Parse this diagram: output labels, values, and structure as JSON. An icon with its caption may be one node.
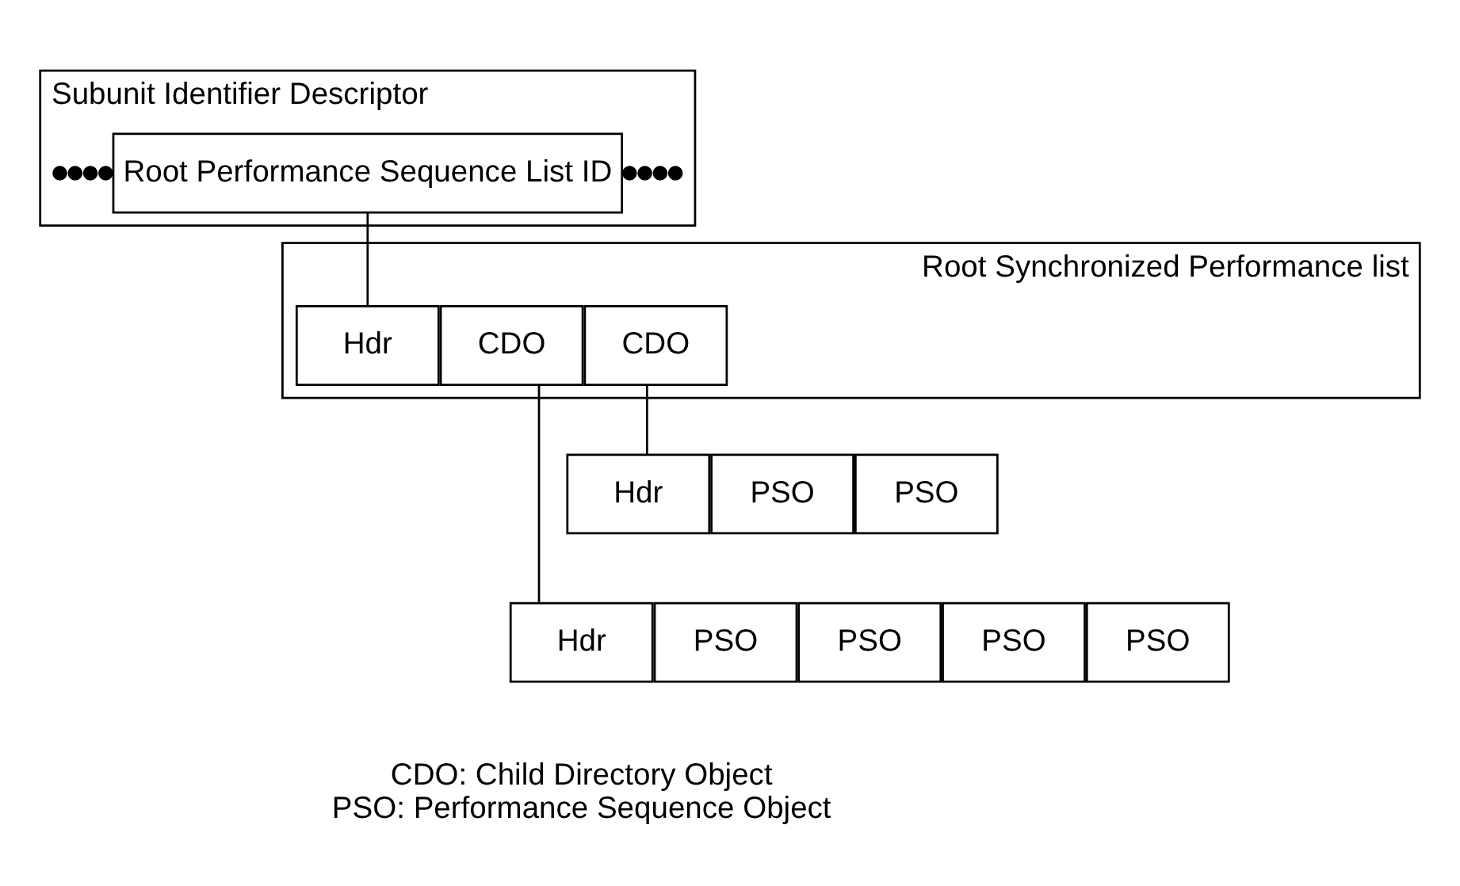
{
  "diagram": {
    "nodes": [
      {
        "text": [
          "Subunit Identifier Descriptor"
        ]
      },
      {
        "text": [
          "Root Performance Sequence List ID"
        ],
        "in": 0
      },
      {
        "text": [
          "Root Synchronized Performance list"
        ]
      },
      {
        "text": [
          "Hdr"
        ],
        "in": 2
      },
      {
        "text": [
          "CDO"
        ],
        "in": 2
      },
      {
        "text": [
          "CDO"
        ],
        "in": 2
      },
      {
        "text": [
          "Hdr"
        ]
      },
      {
        "text": [
          "PSO"
        ]
      },
      {
        "text": [
          "PSO"
        ]
      },
      {
        "text": [
          "Hdr"
        ]
      },
      {
        "text": [
          "PSO"
        ]
      },
      {
        "text": [
          "PSO"
        ]
      },
      {
        "text": [
          "PSO"
        ]
      },
      {
        "text": [
          "PSO"
        ]
      }
    ],
    "edges": [
      {
        "from": 1,
        "to": 3,
        "arrow": "none"
      },
      {
        "from": 5,
        "to": 6,
        "arrow": "none"
      },
      {
        "from": 4,
        "to": 9,
        "arrow": "none"
      }
    ],
    "labels": [
      "CDO: Child Directory Object",
      "PSO: Performance Sequence Object"
    ]
  }
}
